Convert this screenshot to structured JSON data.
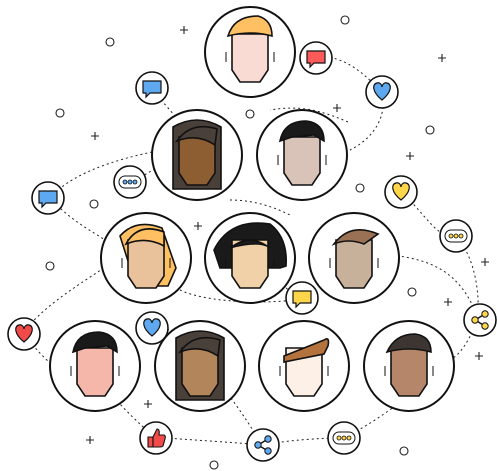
{
  "scene": {
    "icons": {
      "heart": "heart-icon",
      "like": "like-icon",
      "share": "share-icon",
      "chat": "chat-icon",
      "dots": "dots-icon"
    },
    "avatars": [
      {
        "name": "avatar-blonde-top",
        "hair": "#ffc064",
        "skin": "#f9dbd4"
      },
      {
        "name": "avatar-brown-hair",
        "hair": "#4a403a",
        "skin": "#8e5e33"
      },
      {
        "name": "avatar-black-hair",
        "hair": "#1a1a1a",
        "skin": "#d9c3b8"
      },
      {
        "name": "avatar-blonde-left",
        "hair": "#ffc064",
        "skin": "#e9c19a"
      },
      {
        "name": "avatar-black-bob",
        "hair": "#1a1a1a",
        "skin": "#f1d2a8"
      },
      {
        "name": "avatar-brown-side",
        "hair": "#9a7154",
        "skin": "#c8b19a"
      },
      {
        "name": "avatar-black-pink",
        "hair": "#1a1a1a",
        "skin": "#f4b7aa"
      },
      {
        "name": "avatar-long-brown",
        "hair": "#4a403a",
        "skin": "#b2865a"
      },
      {
        "name": "avatar-brown-fringe",
        "hair": "#b4733d",
        "skin": "#fdf1e7"
      },
      {
        "name": "avatar-dark-short",
        "hair": "#3d3531",
        "skin": "#b6866a"
      }
    ],
    "colors": {
      "heart_blue": "#5ea8f0",
      "heart_yellow": "#ffd64a",
      "heart_red": "#f04a4a",
      "chat_blue": "#5ea8f0",
      "chat_red": "#ff5a5a",
      "chat_yellow": "#ffd64a",
      "dots_blue": "#5ea8f0",
      "dots_yellow": "#ffd64a",
      "like_red": "#f04a4a",
      "share_blue": "#5ea8f0",
      "share_yellow": "#ffd64a",
      "outline": "#111111"
    }
  }
}
